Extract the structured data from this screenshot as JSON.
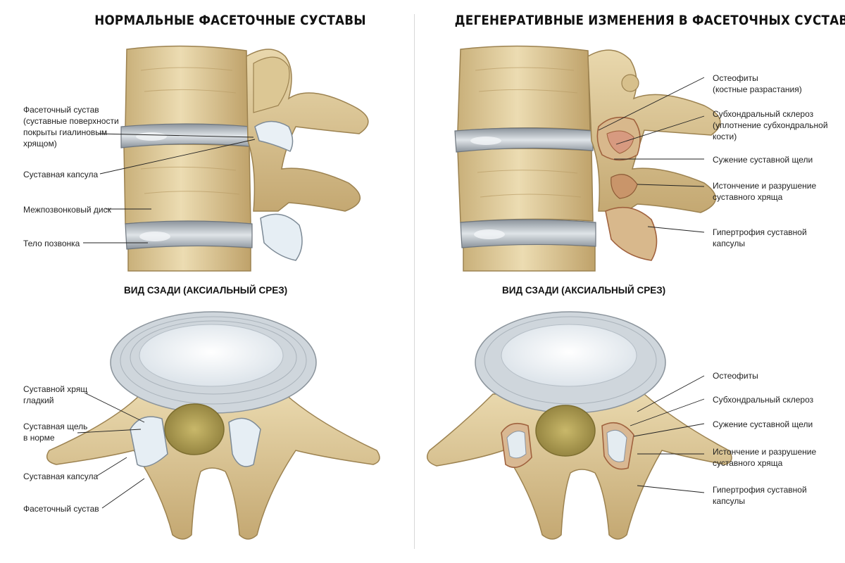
{
  "titles": {
    "normal": "НОРМАЛЬНЫЕ ФАСЕТОЧНЫЕ СУСТАВЫ",
    "degenerative": "ДЕГЕНЕРАТИВНЫЕ ИЗМЕНЕНИЯ В ФАСЕТОЧНЫХ СУСТАВАХ"
  },
  "subtitles": {
    "normal_axial": "ВИД СЗАДИ (АКСИАЛЬНЫЙ СРЕЗ)",
    "degenerative_axial": "ВИД СЗАДИ (АКСИАЛЬНЫЙ СРЕЗ)"
  },
  "labels": {
    "normal_side": {
      "facet_joint": "Фасеточный сустав\n(суставные поверхности\nпокрыты гиалиновым\nхрящом)",
      "joint_capsule": "Суставная капсула",
      "disc": "Межпозвонковый диск",
      "vertebral_body": "Тело позвонка"
    },
    "degenerative_side": {
      "osteophytes": "Остеофиты\n(костные разрастания)",
      "sclerosis": "Субхондральный склероз\n(уплотнение субхондральной\nкости)",
      "narrowing": "Сужение суставной щели",
      "thinning": "Истончение и разрушение\nсуставного хряща",
      "hypertrophy": "Гипертрофия суставной\nкапсулы"
    },
    "normal_axial": {
      "cartilage": "Суставной хрящ\nгладкий",
      "space": "Суставная щель\nв норме",
      "capsule": "Суставная капсула",
      "facet": "Фасеточный сустав"
    },
    "degenerative_axial": {
      "osteophytes": "Остеофиты",
      "sclerosis": "Субхондральный склероз",
      "narrowing": "Сужение суставной щели",
      "thinning": "Истончение и разрушение\nсуставного хряща",
      "hypertrophy": "Гипертрофия суставной\nкапсулы"
    }
  },
  "colors": {
    "bone": "#e0cc9c",
    "bone_dark": "#b89c62",
    "disc": "#a9b0b7",
    "cartilage": "#dfe8ef",
    "nucleus": "#eef2f5",
    "spinal_canal": "#b9a85a",
    "inflamed": "#c9856a"
  }
}
